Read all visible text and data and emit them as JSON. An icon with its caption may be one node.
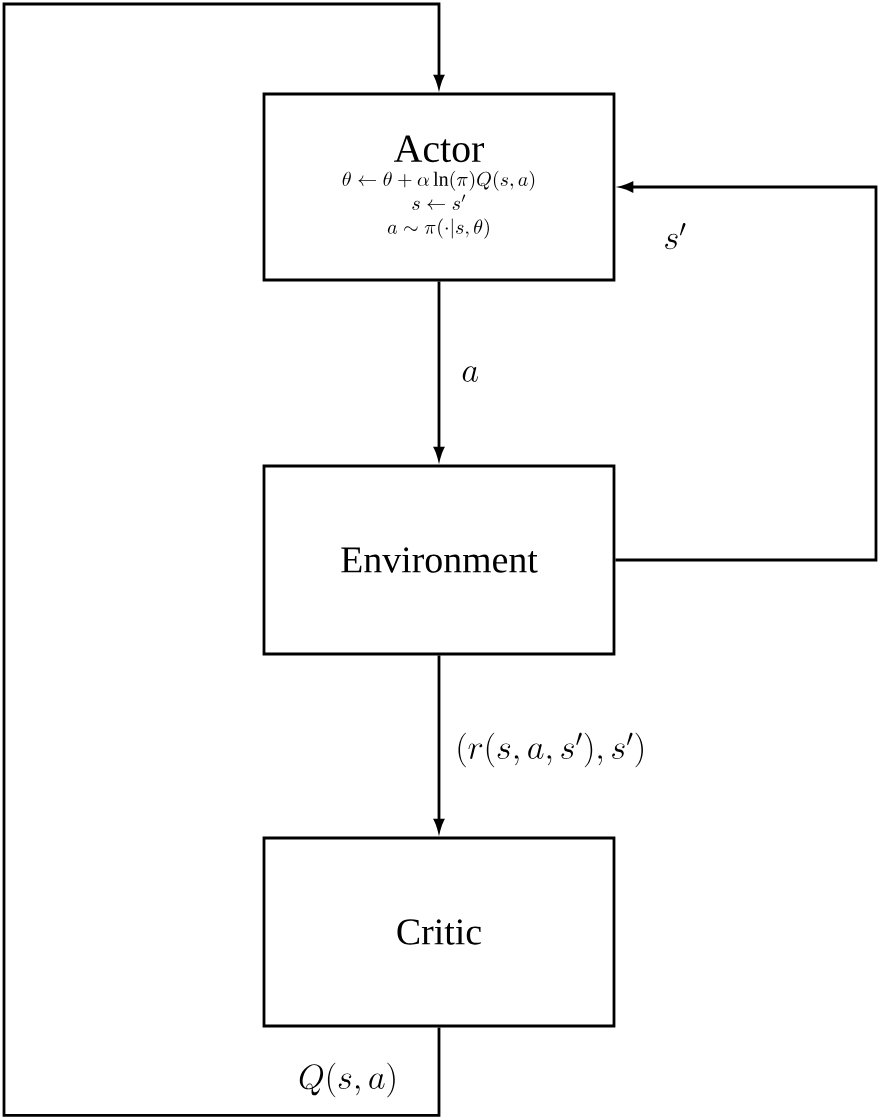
{
  "diagram": {
    "nodes": [
      {
        "text": [
          "Actor",
          "\\theta \\leftarrow \\theta + \\alpha \\ln(\\pi) Q(s,a)",
          "s \\leftarrow s'",
          "a \\sim \\pi(\\cdot | s, \\theta)"
        ]
      },
      {
        "text": [
          "Environment"
        ]
      },
      {
        "text": [
          "Critic"
        ]
      }
    ],
    "edges": [
      {
        "from": 0,
        "to": 1,
        "arrow": "to",
        "label": "a"
      },
      {
        "from": 1,
        "to": 0,
        "arrow": "to",
        "label": "s'"
      },
      {
        "from": 1,
        "to": 2,
        "arrow": "to",
        "label": "(r(s,a,s'),s')"
      },
      {
        "from": 2,
        "to": 0,
        "arrow": "to",
        "label": "Q(s,a)"
      }
    ]
  }
}
